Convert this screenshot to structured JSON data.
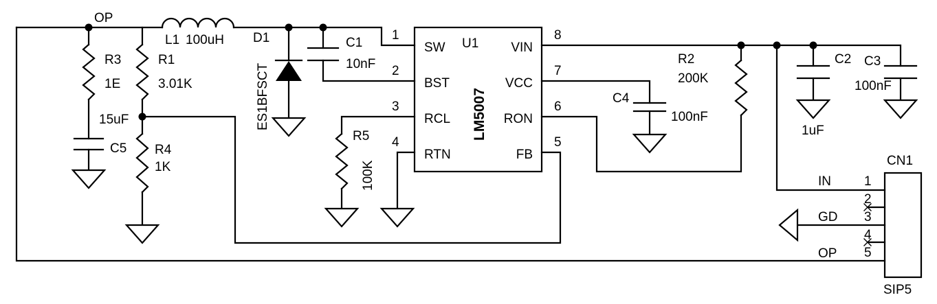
{
  "nets": {
    "op_top": "OP",
    "in": "IN",
    "gd": "GD",
    "op_bottom": "OP"
  },
  "ic": {
    "ref": "U1",
    "part": "LM5007",
    "pins": [
      {
        "num": "1",
        "name": "SW"
      },
      {
        "num": "2",
        "name": "BST"
      },
      {
        "num": "3",
        "name": "RCL"
      },
      {
        "num": "4",
        "name": "RTN"
      },
      {
        "num": "8",
        "name": "VIN"
      },
      {
        "num": "7",
        "name": "VCC"
      },
      {
        "num": "6",
        "name": "RON"
      },
      {
        "num": "5",
        "name": "FB"
      }
    ]
  },
  "components": {
    "L1": {
      "ref": "L1",
      "value": "100uH"
    },
    "D1": {
      "ref": "D1",
      "value": "ES1BFSCT"
    },
    "C1": {
      "ref": "C1",
      "value": "10nF"
    },
    "C2": {
      "ref": "C2",
      "value": "1uF"
    },
    "C3": {
      "ref": "C3",
      "value": "100nF"
    },
    "C4": {
      "ref": "C4",
      "value": "100nF"
    },
    "C5": {
      "ref": "C5",
      "value": "15uF"
    },
    "R1": {
      "ref": "R1",
      "value": "3.01K"
    },
    "R2": {
      "ref": "R2",
      "value": "200K"
    },
    "R3": {
      "ref": "R3",
      "value": "1E"
    },
    "R4": {
      "ref": "R4",
      "value": "1K"
    },
    "R5": {
      "ref": "R5",
      "value": "100K"
    }
  },
  "connector": {
    "ref": "CN1",
    "footprint": "SIP5",
    "pins": [
      "1",
      "2",
      "3",
      "4",
      "5"
    ]
  }
}
